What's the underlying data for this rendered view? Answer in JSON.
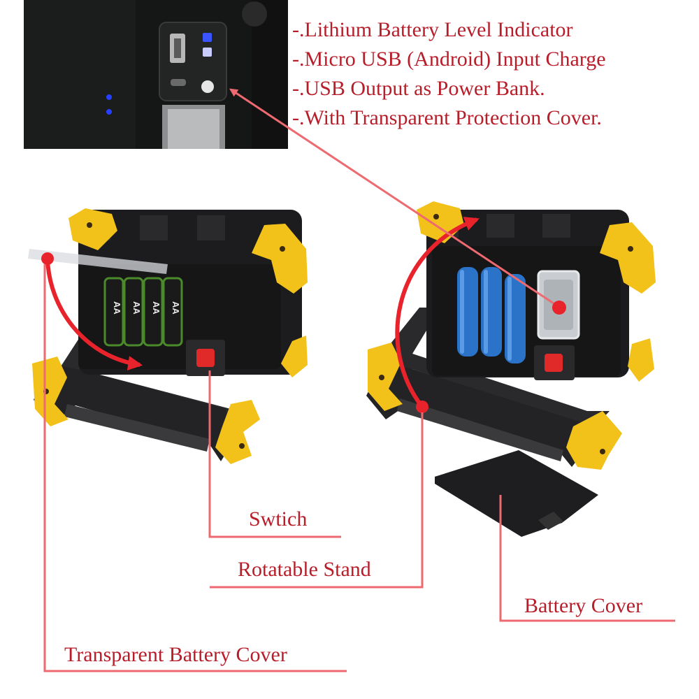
{
  "features": [
    "-.Lithium Battery Level Indicator",
    "-.Micro USB (Android) Input Charge",
    "-.USB Output as Power Bank.",
    "-.With Transparent Protection Cover."
  ],
  "labels": {
    "switch": "Swtich",
    "rotatable_stand": "Rotatable Stand",
    "battery_cover": "Battery Cover",
    "transparent_battery_cover": "Transparent Battery Cover"
  },
  "battery_text": {
    "aa": "AA"
  },
  "colors": {
    "annotation_red": "#b81d2a",
    "arrow_red": "#e8232b",
    "leader_pink": "#ee6a70",
    "housing_black": "#1c1c1e",
    "frame_yellow": "#f2c21a",
    "led_blue": "#3a55ff",
    "cell_blue": "#2a73c8",
    "aa_green": "#4a8a2a"
  }
}
